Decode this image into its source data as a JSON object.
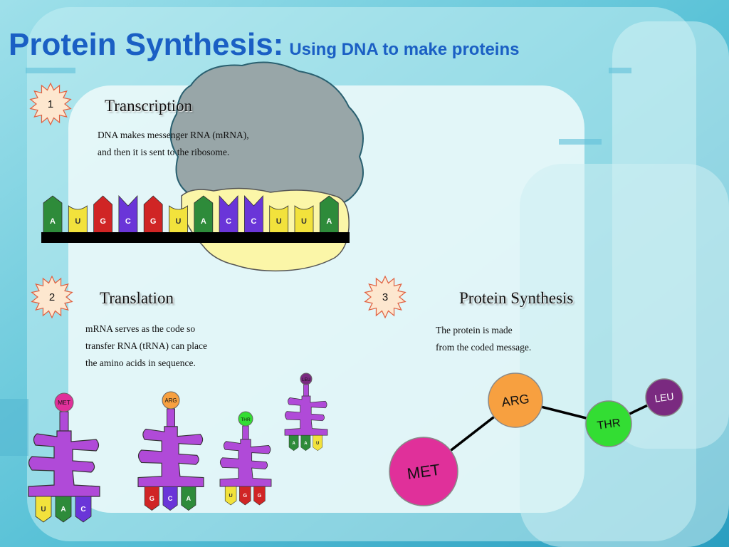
{
  "title": {
    "main": "Protein Synthesis:",
    "sub": "Using DNA to make proteins"
  },
  "steps": [
    {
      "number": "1",
      "heading": "Transcription",
      "lines": [
        "DNA makes messenger RNA (mRNA),",
        "and then it is sent to the ribosome."
      ]
    },
    {
      "number": "2",
      "heading": "Translation",
      "lines": [
        "mRNA serves as the code so",
        "transfer RNA (tRNA) can place",
        "the amino acids in sequence."
      ]
    },
    {
      "number": "3",
      "heading": "Protein Synthesis",
      "lines": [
        "The protein is made",
        "from the coded message."
      ]
    }
  ],
  "mrna_strand": {
    "bases": [
      "A",
      "U",
      "G",
      "C",
      "G",
      "U",
      "A",
      "C",
      "C",
      "U",
      "U",
      "A"
    ]
  },
  "trnas": [
    {
      "amino_acid": "MET",
      "anticodon": [
        "U",
        "A",
        "C"
      ]
    },
    {
      "amino_acid": "ARG",
      "anticodon": [
        "G",
        "C",
        "A"
      ]
    },
    {
      "amino_acid": "THR",
      "anticodon": [
        "U",
        "G",
        "G"
      ]
    },
    {
      "amino_acid": "LEU",
      "anticodon": [
        "A",
        "A",
        "U"
      ]
    }
  ],
  "protein_chain": [
    "MET",
    "ARG",
    "THR",
    "LEU"
  ],
  "colors": {
    "title": "#1a5fc4",
    "base_A": "#2e8b3a",
    "base_U": "#f2e23c",
    "base_G": "#d02525",
    "base_C": "#6a35d8",
    "trna_body": "#b04ad8",
    "met": "#e0309a",
    "arg": "#f7a040",
    "thr": "#33dd33",
    "leu": "#7a2a80"
  }
}
